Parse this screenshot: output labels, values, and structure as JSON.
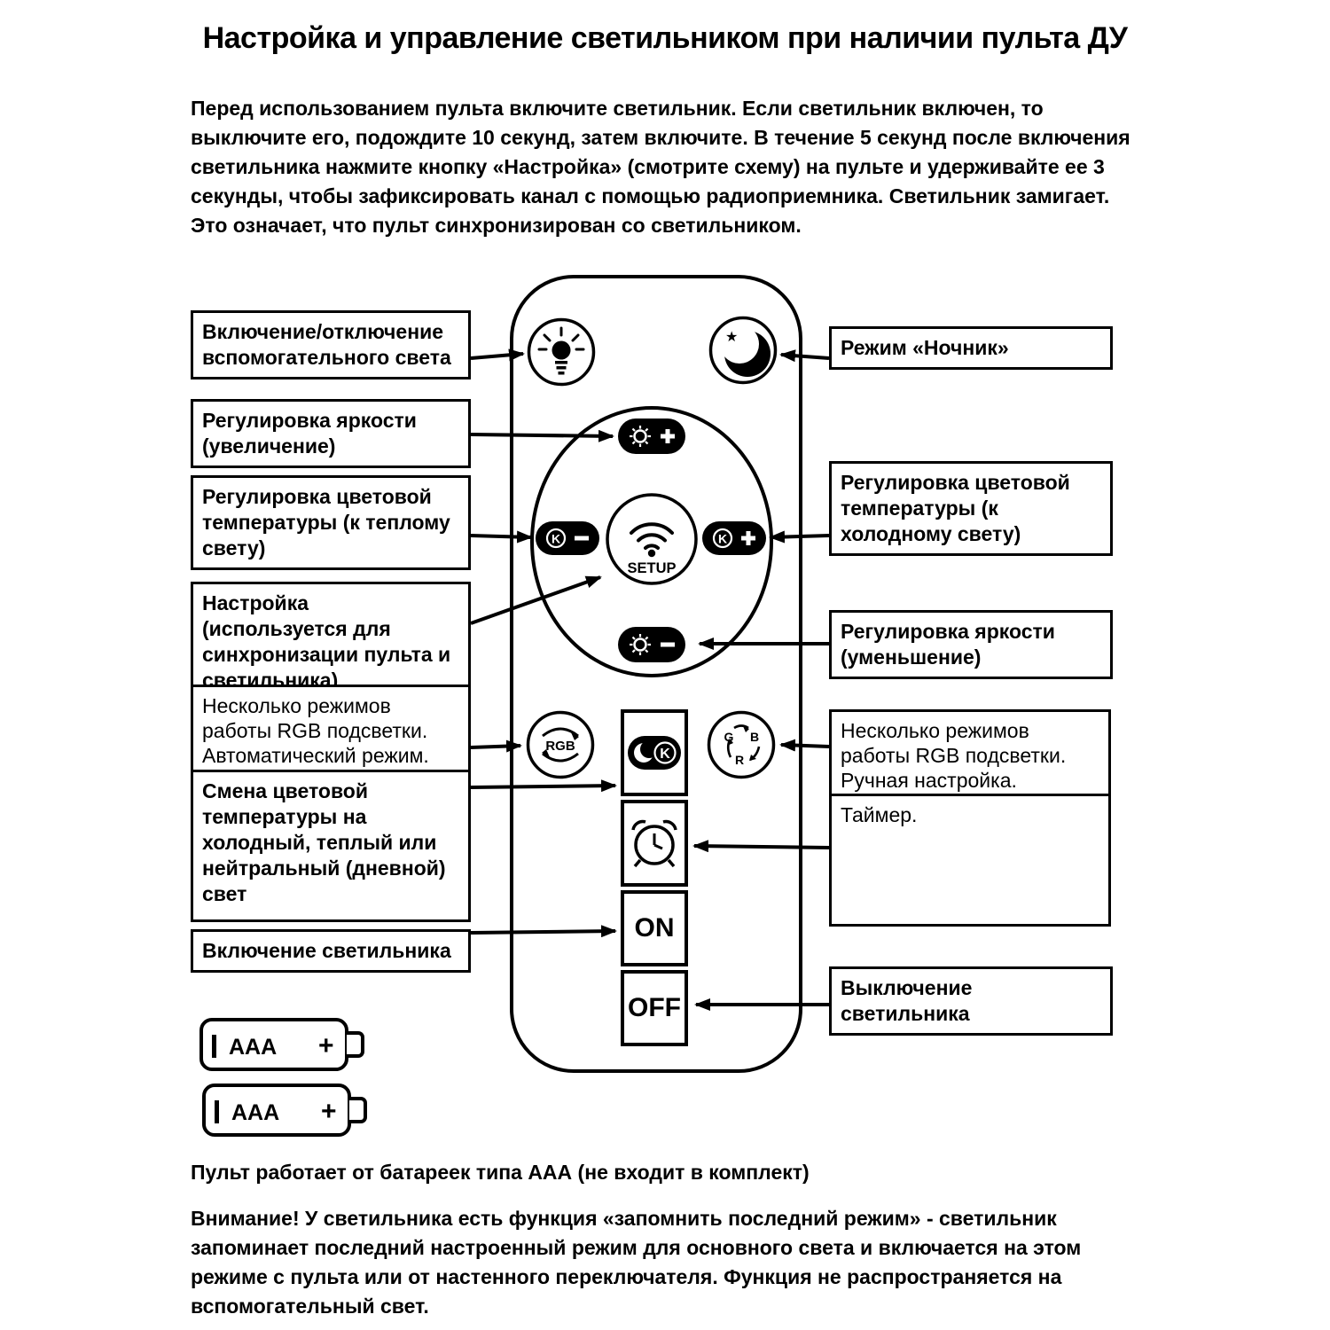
{
  "title": "Настройка и управление светильником при наличии пульта ДУ",
  "intro": "Перед использованием пульта включите светильник. Если светильник включен, то выключите его, подождите 10 секунд, затем включите. В течение 5 секунд после включения светильника нажмите кнопку «Настройка» (смотрите схему) на пульте и удерживайте ее 3 секунды, чтобы зафиксировать канал с помощью радиоприемника. Светильник замигает. Это означает, что пульт синхронизирован со светильником.",
  "callouts": {
    "left": [
      {
        "text": "Включение/отключение вспомогательного света",
        "bold": true
      },
      {
        "text": "Регулировка яркости (увеличение)",
        "bold": true
      },
      {
        "text": "Регулировка цветовой температуры (к теплому свету)",
        "bold": true
      },
      {
        "text": "Настройка (используется для синхронизации пульта и светильника)",
        "bold": true
      },
      {
        "text": "Несколько режимов работы RGB подсветки. Автоматический режим.",
        "bold": false
      },
      {
        "text": "Смена цветовой температуры на холодный, теплый или нейтральный (дневной) свет",
        "bold": true
      },
      {
        "text": "Включение светильника",
        "bold": true
      }
    ],
    "right": [
      {
        "text": "Режим «Ночник»",
        "bold": true
      },
      {
        "text": "Регулировка цветовой температуры (к холодному свету)",
        "bold": true
      },
      {
        "text": "Регулировка яркости (уменьшение)",
        "bold": true
      },
      {
        "text": "Несколько режимов работы RGB подсветки. Ручная настройка.",
        "bold": false
      },
      {
        "text": "Таймер.",
        "bold": false
      },
      {
        "text": "Выключение светильника",
        "bold": true
      }
    ]
  },
  "remote": {
    "setup_label": "SETUP",
    "on_label": "ON",
    "off_label": "OFF",
    "rgb_label": "RGB",
    "k_letter": "K",
    "gbr_letters": {
      "g": "G",
      "b": "B",
      "r": "R"
    }
  },
  "icons": {
    "aux_light": "light-bulb-icon",
    "night_mode": "crescent-moon-star-icon",
    "brightness_up": "sun-plus-icon",
    "brightness_down": "sun-minus-icon",
    "color_temp_warm": "k-minus-icon",
    "color_temp_cold": "k-plus-icon",
    "setup": "wifi-icon",
    "rgb_auto": "rgb-cycle-icon",
    "rgb_manual": "gbr-recycle-icon",
    "color_temp_cycle": "k-moon-icon",
    "timer": "alarm-clock-icon"
  },
  "batteries": {
    "type_label": "AAA",
    "plus_label": "+",
    "count": 2
  },
  "battery_note": "Пульт работает от батареек типа ААА (не входит в комплект)",
  "warning": "Внимание! У светильника есть функция «запомнить последний режим» - светильник запоминает последний настроенный режим для основного света и включается на этом режиме с пульта или от настенного переключателя. Функция не распространяется на вспомогательный свет."
}
